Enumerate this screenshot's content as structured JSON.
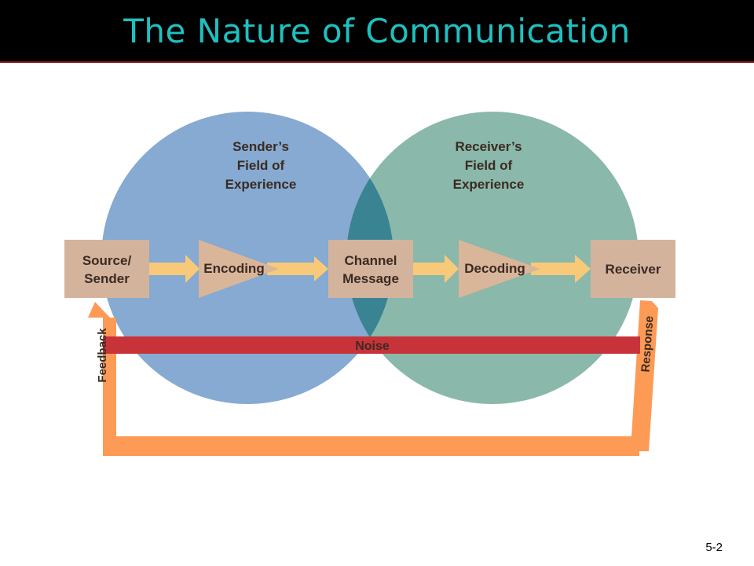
{
  "title": "The Nature of Communication",
  "slide_number": "5-2",
  "diagram": {
    "sender_field": [
      "Sender’s",
      "Field of",
      "Experience"
    ],
    "receiver_field": [
      "Receiver’s",
      "Field of",
      "Experience"
    ],
    "source": [
      "Source/",
      "Sender"
    ],
    "encoding": "Encoding",
    "channel": [
      "Channel",
      "Message"
    ],
    "decoding": "Decoding",
    "receiver": "Receiver",
    "noise": "Noise",
    "feedback": "Feedback",
    "response": "Response"
  },
  "colors": {
    "title_text": "#1fc0c0",
    "sender_circle": "#86aad1",
    "receiver_circle": "#8ab8ab",
    "overlap": "#3a8392",
    "box": "#d4b39c",
    "triangle": "#d9b59a",
    "flow_arrow": "#f9c97a",
    "noise_bar": "#c8333a",
    "feedback_loop": "#fd9a55"
  }
}
